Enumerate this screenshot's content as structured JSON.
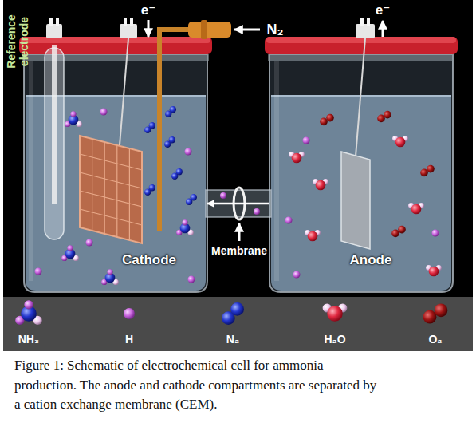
{
  "diagram": {
    "caption": "Figure 1: Schematic of electrochemical cell for ammonia production. The anode and cathode compartments are separated by a cation exchange membrane (CEM).",
    "nodes": [
      {
        "text": [
          "Cathode"
        ]
      },
      {
        "text": [
          "Anode"
        ]
      }
    ],
    "edges": [
      {
        "from": 1,
        "to": 0,
        "arrow": "to"
      }
    ],
    "labels": [
      "Reference electrode",
      "e⁻",
      "N₂",
      "e⁻",
      "Membrane"
    ],
    "legend": [
      {
        "text": "NH₃"
      },
      {
        "text": "H"
      },
      {
        "text": "N₂"
      },
      {
        "text": "H₂O"
      },
      {
        "text": "O₂"
      }
    ]
  }
}
